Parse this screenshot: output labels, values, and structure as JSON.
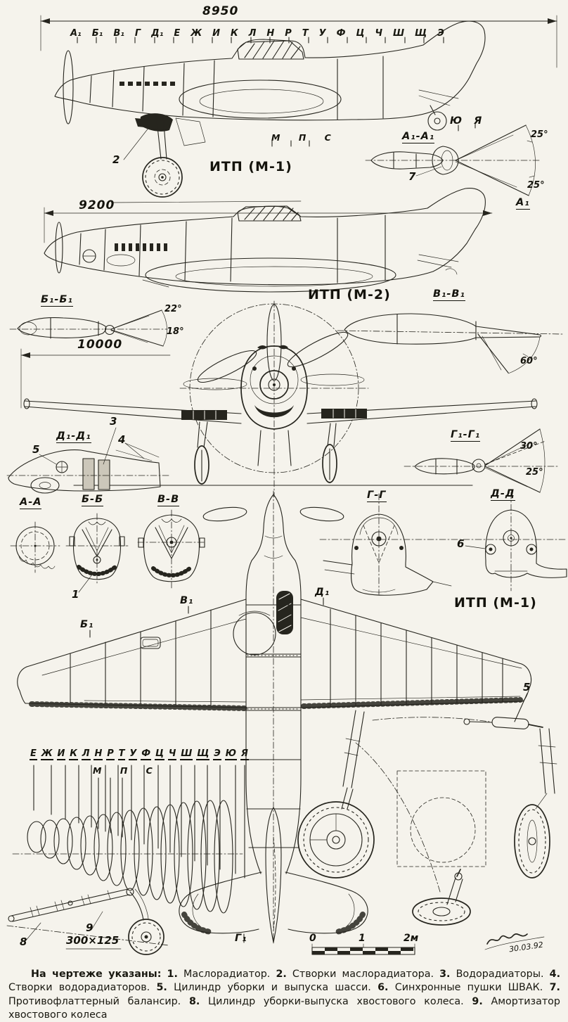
{
  "drawing": {
    "titles": {
      "side_m1": "ИТП (М-1)",
      "side_m2": "ИТП (М-2)",
      "plan_m1": "ИТП (М-1)"
    },
    "dimensions": {
      "length_m1": "8950",
      "length_m2": "9200",
      "wingspan": "10000",
      "tail_tire_size": "300×125"
    },
    "stations_top": [
      "А₁",
      "Б₁",
      "В₁",
      "Г",
      "Д₁",
      "Е",
      "Ж",
      "И",
      "К",
      "Л",
      "Н",
      "Р",
      "Т",
      "У",
      "Ф",
      "Ц",
      "Ч",
      "Ш",
      "Щ",
      "Э"
    ],
    "stations_engine": [
      "М",
      "П",
      "С"
    ],
    "stations_bottom": [
      "Е",
      "Ж",
      "И",
      "К",
      "Л",
      "Н",
      "Р",
      "Т",
      "У",
      "Ф",
      "Ц",
      "Ч",
      "Ш",
      "Щ",
      "Э",
      "Ю",
      "Я"
    ],
    "stations_bottom_engine": [
      "М",
      "П",
      "С"
    ],
    "stations_tail": "Ю Я",
    "plan_stations": {
      "b1": "Б₁",
      "v1": "В₁",
      "d1": "Д₁",
      "g1": "Г₁"
    },
    "sections": {
      "a1a1": "А₁-А₁",
      "b1b1": "Б₁-Б₁",
      "v1v1": "В₁-В₁",
      "g1g1": "Г₁-Г₁",
      "d1d1": "Д₁-Д₁",
      "aa": "А-А",
      "bb": "Б-Б",
      "vv": "В-В",
      "gg": "Г-Г",
      "dd": "Д-Д",
      "a1_mark": "А₁"
    },
    "angles": {
      "rudder_up": "25°",
      "rudder_down": "25°",
      "aileron_up": "22°",
      "aileron_down": "18°",
      "flap_down": "60°",
      "elevator_up": "30°",
      "elevator_down": "25°"
    },
    "callouts": {
      "n1": "1",
      "n2": "2",
      "n3": "3",
      "n4": "4",
      "n5": "5",
      "n5_gear": "5",
      "n6": "6",
      "n7": "7",
      "n8": "8",
      "n9": "9"
    },
    "scale_bar": {
      "t0": "0",
      "t1": "1",
      "t2": "2м"
    },
    "signature_date": "30.03.92",
    "caption": {
      "intro": "На чертеже указаны:",
      "items": [
        {
          "num": "1.",
          "text": "Маслорадиатор."
        },
        {
          "num": "2.",
          "text": "Створки маслорадиатора."
        },
        {
          "num": "3.",
          "text": "Водорадиаторы."
        },
        {
          "num": "4.",
          "text": "Створки водорадиаторов."
        },
        {
          "num": "5.",
          "text": "Цилиндр уборки и выпуска шасси."
        },
        {
          "num": "6.",
          "text": "Синхронные пушки ШВАК."
        },
        {
          "num": "7.",
          "text": "Противофлаттерный балансир."
        },
        {
          "num": "8.",
          "text": "Цилиндр уборки-выпуска хвостового колеса."
        },
        {
          "num": "9.",
          "text": "Амортизатор хвостового колеса"
        }
      ]
    }
  }
}
